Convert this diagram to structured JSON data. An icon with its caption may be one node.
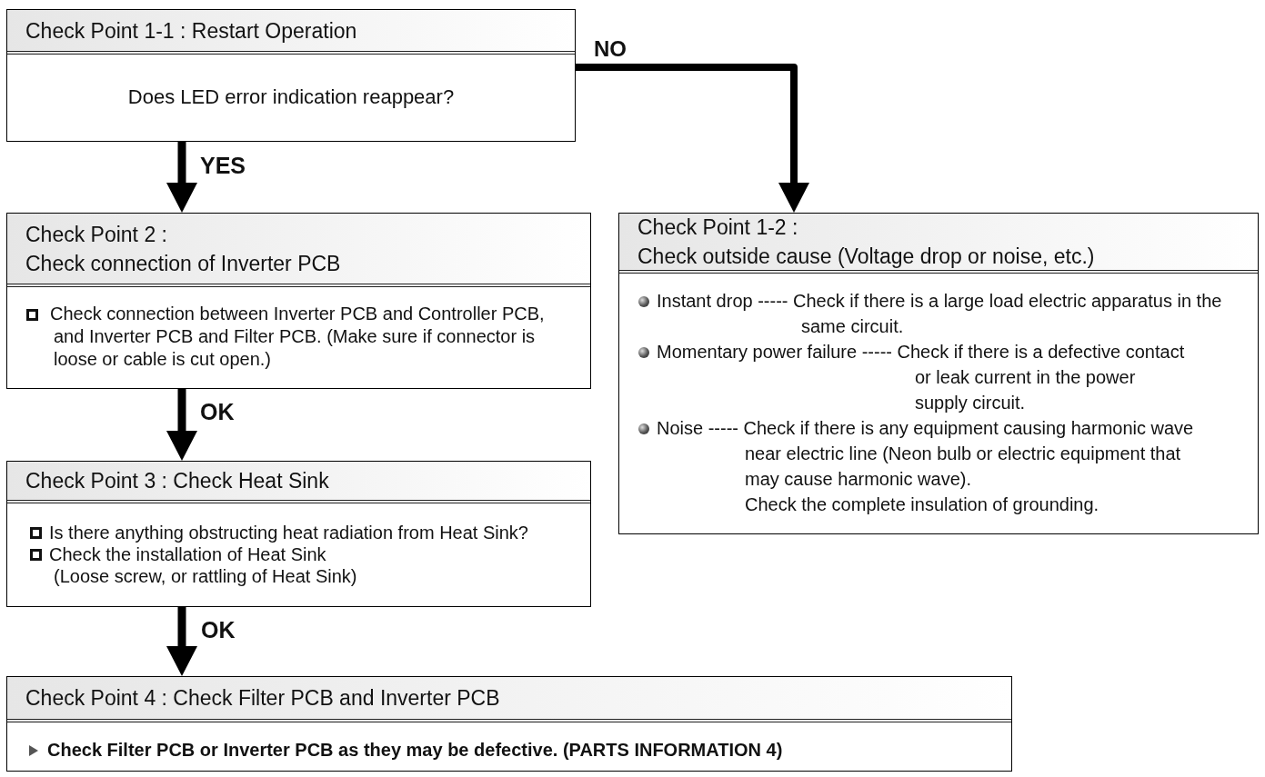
{
  "diagram": {
    "nodes": [
      {
        "text": [
          "Check Point 1-1 : Restart Operation",
          "Does LED error indication reappear?"
        ]
      },
      {
        "text": [
          "Check Point 2 :",
          "Check connection of Inverter PCB",
          "Check connection between Inverter PCB and Controller PCB, and Inverter PCB and Filter PCB. (Make sure if connector is loose or cable is cut open.)"
        ]
      },
      {
        "text": [
          "Check Point 1-2 :",
          "Check outside cause (Voltage drop or noise, etc.)",
          "Instant drop ----- Check if there is a large load electric apparatus in the same circuit.",
          "Momentary power failure ----- Check if there is a defective contact or leak current in the power supply circuit.",
          "Noise ----- Check if there is any equipment causing harmonic wave near electric line (Neon bulb or electric equipment that may cause harmonic wave).",
          "Check the complete insulation of grounding."
        ]
      },
      {
        "text": [
          "Check Point 3 : Check Heat Sink",
          "Is there anything obstructing heat radiation from Heat Sink?",
          "Check the installation of Heat Sink",
          "(Loose screw, or rattling of Heat Sink)"
        ]
      },
      {
        "text": [
          "Check Point 4 : Check Filter PCB and Inverter PCB",
          "Check Filter PCB or Inverter PCB as they may be defective. (PARTS INFORMATION 4)"
        ]
      }
    ],
    "edges": [
      {
        "from": 0,
        "to": 1,
        "arrow": "to",
        "label": "YES"
      },
      {
        "from": 1,
        "to": 3,
        "arrow": "to",
        "label": "OK"
      },
      {
        "from": 3,
        "to": 4,
        "arrow": "to",
        "label": "OK"
      },
      {
        "from": 0,
        "to": 2,
        "arrow": "to",
        "label": "NO"
      }
    ]
  }
}
